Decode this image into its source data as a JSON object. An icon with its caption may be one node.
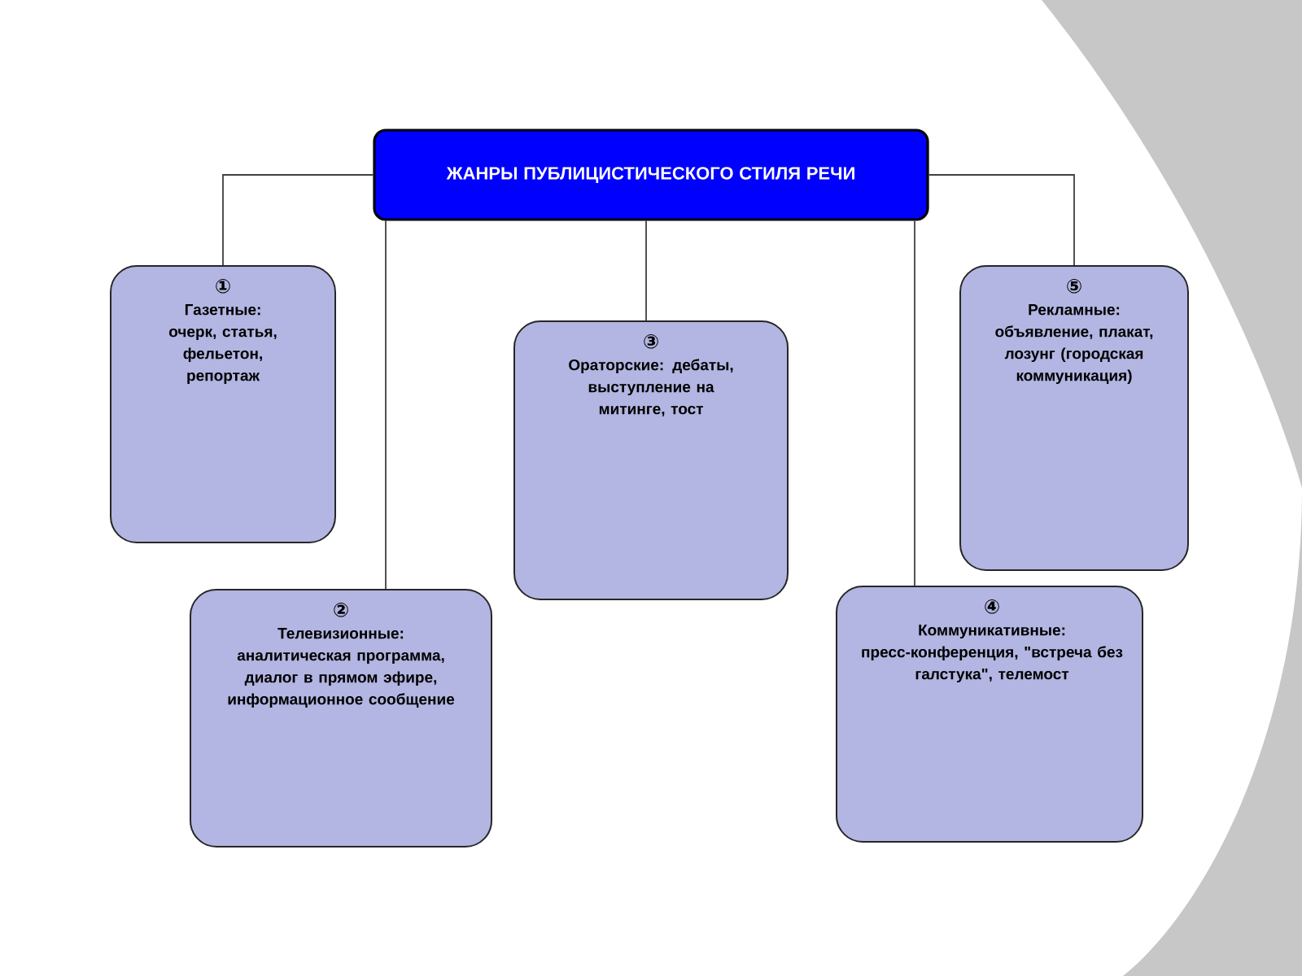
{
  "diagram": {
    "nodes": [
      {
        "text": [
          "ЖАНРЫ ПУБЛИЦИСТИЧЕСКОГО СТИЛЯ РЕЧИ"
        ]
      },
      {
        "text": [
          "①",
          "Газетные: очерк, статья, фельетон, репортаж"
        ]
      },
      {
        "text": [
          "②",
          "Телевизионные: аналитическая программа, диалог в прямом эфире, информационное сообщение"
        ]
      },
      {
        "text": [
          "③",
          "Ораторские: дебаты, выступление на митинге, тост"
        ]
      },
      {
        "text": [
          "④",
          "Коммуникативные: пресс-конференция, \"встреча без галстука\", телемост"
        ]
      },
      {
        "text": [
          "⑤",
          "Рекламные: объявление, плакат, лозунг (городская коммуникация)"
        ]
      }
    ],
    "edges": [
      {
        "from": 0,
        "to": 1,
        "arrow": "none"
      },
      {
        "from": 0,
        "to": 2,
        "arrow": "none"
      },
      {
        "from": 0,
        "to": 3,
        "arrow": "none"
      },
      {
        "from": 0,
        "to": 4,
        "arrow": "none"
      },
      {
        "from": 0,
        "to": 5,
        "arrow": "none"
      }
    ]
  }
}
